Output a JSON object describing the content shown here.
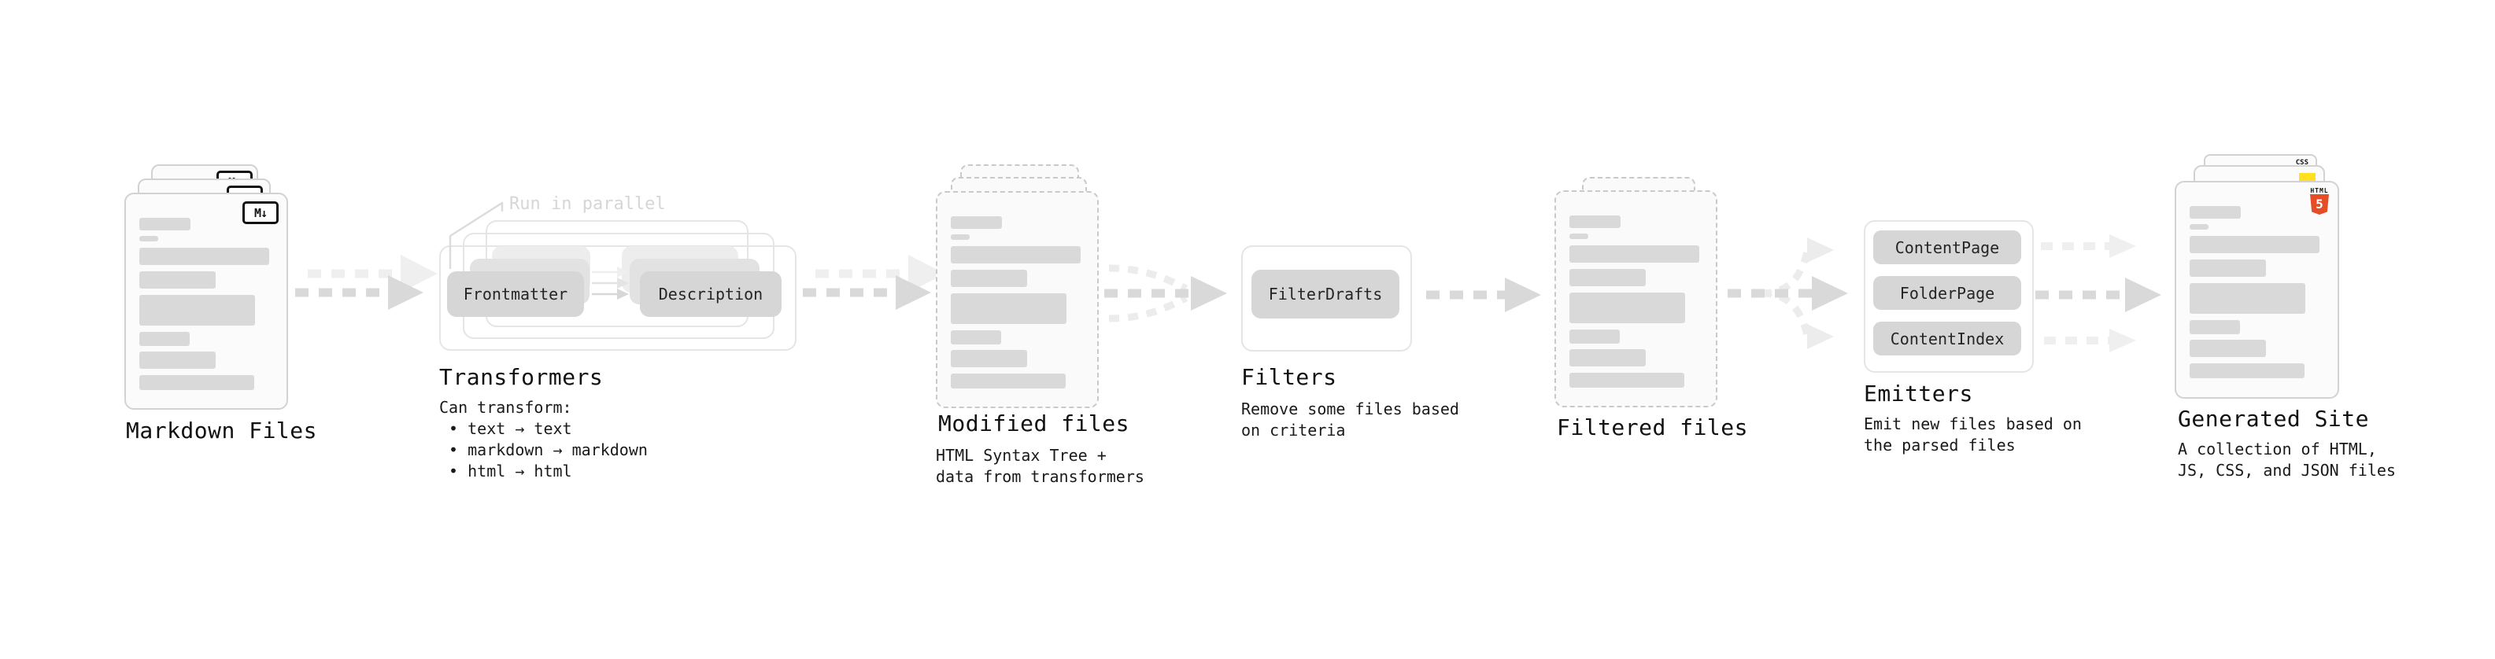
{
  "palette": {
    "ink": "#1a1a1a",
    "doc_fill": "#fbfbfb",
    "doc_border_solid": "#d2d2d2",
    "doc_border_dashed": "#c9c9c9",
    "skeleton": "#d9d9d9",
    "pill_fill": "#d6d6d6",
    "arrow_dark": "#d9d9d9",
    "arrow_light": "#eeeeee",
    "annotation_gray": "#d6d6d6",
    "html5_orange": "#e44d26",
    "js_yellow": "#ffdf1e",
    "css_blue": "#2b6fde"
  },
  "stages": {
    "markdown": {
      "label": "Markdown Files",
      "badge": "M↓"
    },
    "transformers": {
      "label": "Transformers",
      "annotation": "Run in parallel",
      "pills": {
        "frontmatter": "Frontmatter",
        "description": "Description"
      },
      "description": "Can transform:\n • text → text\n • markdown → markdown\n • html → html"
    },
    "modified": {
      "label": "Modified files",
      "description": "HTML Syntax Tree +\ndata from transformers"
    },
    "filters": {
      "label": "Filters",
      "pill": "FilterDrafts",
      "description": "Remove some files based\non criteria"
    },
    "filtered": {
      "label": "Filtered files"
    },
    "emitters": {
      "label": "Emitters",
      "pills": {
        "content_page": "ContentPage",
        "folder_page": "FolderPage",
        "content_index": "ContentIndex"
      },
      "description": "Emit new files based on\nthe parsed files"
    },
    "generated": {
      "label": "Generated Site",
      "description": "A collection of HTML,\nJS, CSS, and JSON files",
      "badges": {
        "css": "CSS",
        "html_word": "HTML",
        "html_number": "5"
      }
    }
  }
}
